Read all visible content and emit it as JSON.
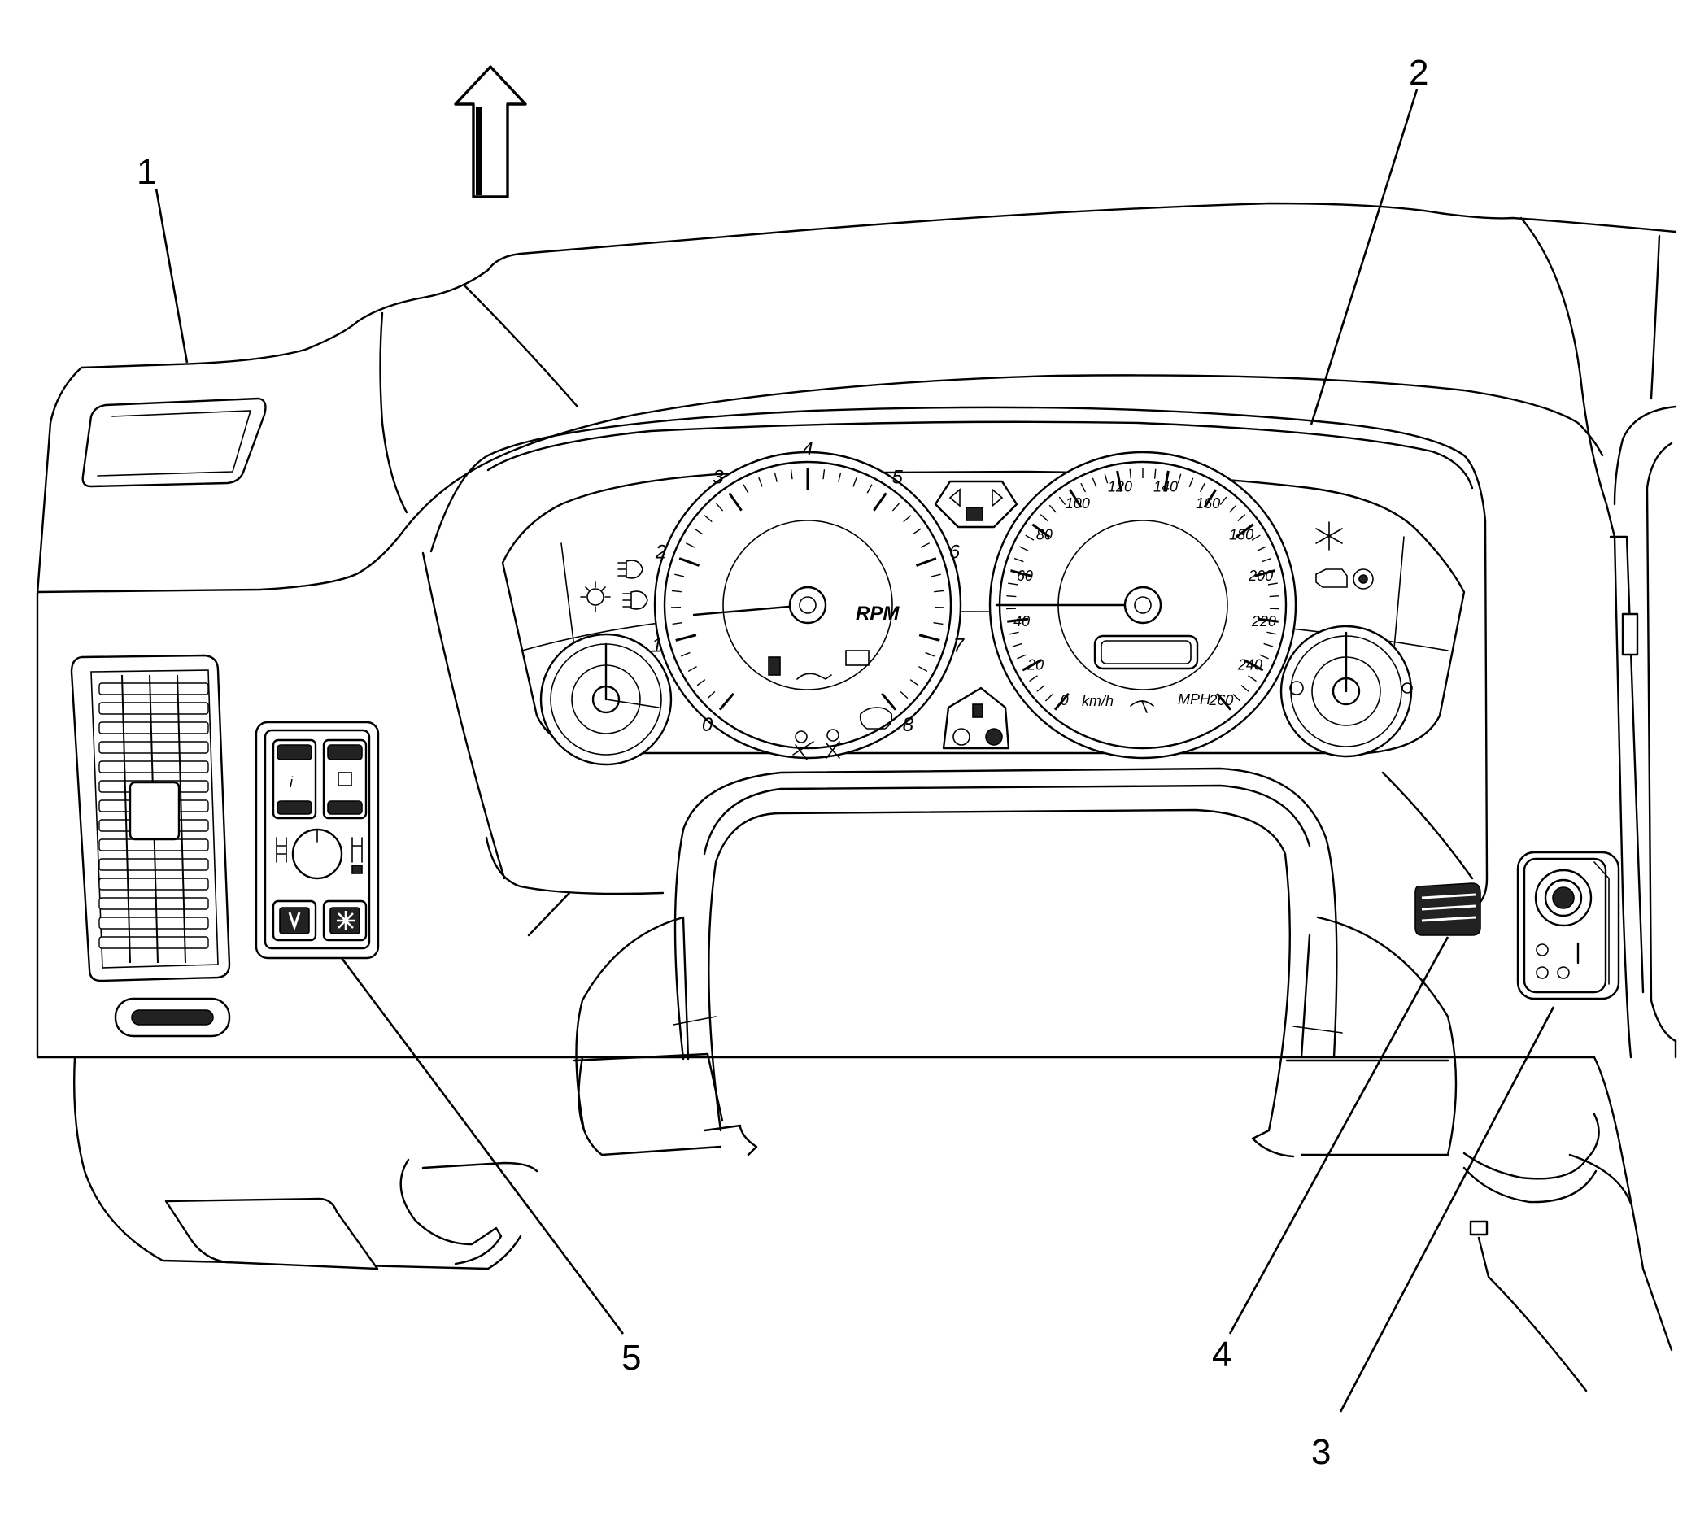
{
  "callouts": [
    {
      "id": "1",
      "label": "1"
    },
    {
      "id": "2",
      "label": "2"
    },
    {
      "id": "3",
      "label": "3"
    },
    {
      "id": "4",
      "label": "4"
    },
    {
      "id": "5",
      "label": "5"
    }
  ],
  "tachometer": {
    "numerals": [
      "0",
      "1",
      "2",
      "3",
      "4",
      "5",
      "6",
      "7",
      "8"
    ],
    "units": "RPM"
  },
  "speedometer": {
    "numerals": [
      "0",
      "20",
      "40",
      "60",
      "80",
      "100",
      "120",
      "140",
      "160",
      "180",
      "200",
      "220",
      "240",
      "260"
    ],
    "units_left": "km/h",
    "units_right": "MPH"
  },
  "icons": {
    "direction_arrow": "up-arrow-icon",
    "headlamp": "headlamp-icon",
    "fog_lamp": "fog-lamp-icon",
    "check_engine": "check-engine-icon",
    "snowflake": "snowflake-icon",
    "oil": "oil-pressure-icon",
    "battery": "battery-icon",
    "seatbelt": "seatbelt-icon",
    "airbag": "airbag-icon",
    "tire_pressure": "tire-pressure-icon",
    "turn_signal": "turn-signal-icon",
    "cruise": "cruise-control-icon"
  }
}
